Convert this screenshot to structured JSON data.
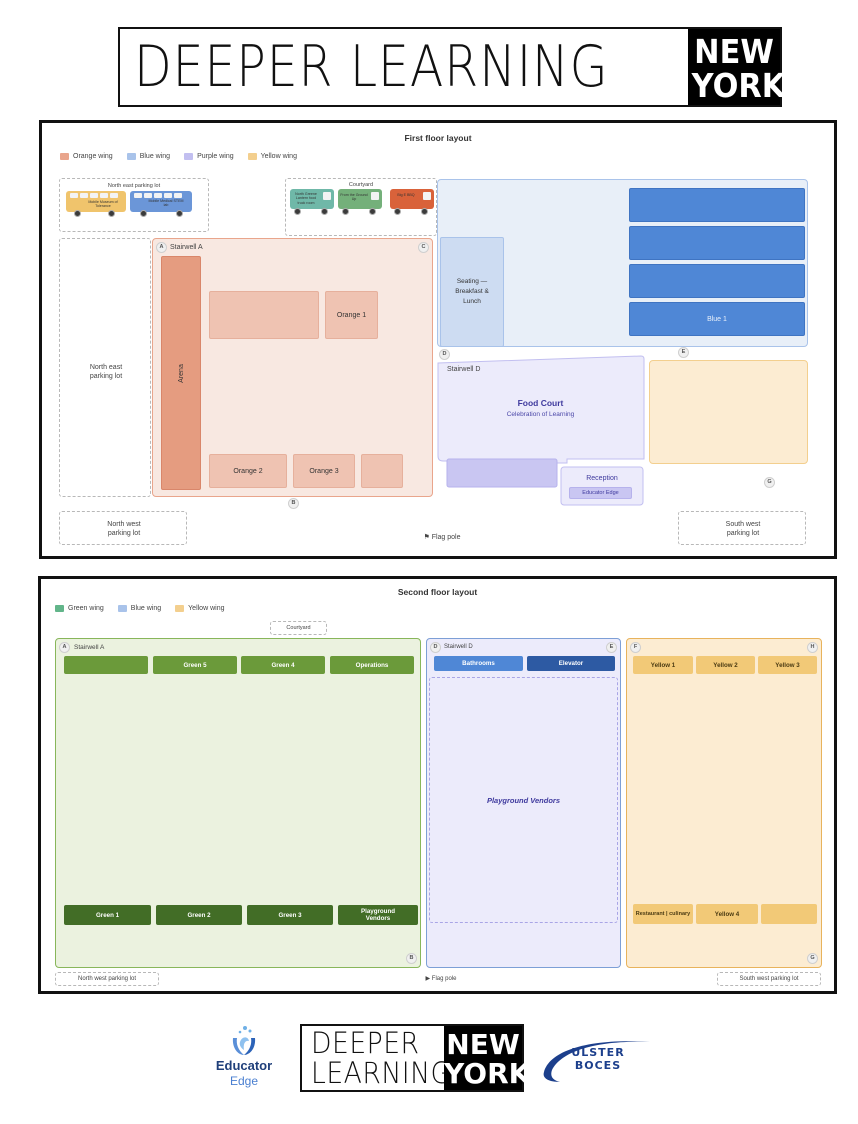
{
  "header": {
    "deeper_learning": "DEEPER LEARNING",
    "new": "NEW",
    "york": "YORK"
  },
  "first_floor": {
    "title": "First floor layout",
    "legend": [
      {
        "label": "Orange wing",
        "color": "#e9a58c"
      },
      {
        "label": "Blue wing",
        "color": "#a9c3ea"
      },
      {
        "label": "Purple wing",
        "color": "#c2bff0"
      },
      {
        "label": "Yellow wing",
        "color": "#f3cf8e"
      }
    ],
    "north_east_lot_top": "North east parking lot",
    "buses_left": [
      {
        "text": "Mobile Museum of Tolerance",
        "color": "#f0c46c"
      },
      {
        "text": "Mobile Medical STEM lab",
        "color": "#6b96d8"
      }
    ],
    "courtyard_label": "Courtyard",
    "buses_courtyard": [
      {
        "text": "North Greene Lantern food truck room",
        "color": "#6fb8a8"
      },
      {
        "text": "From the Ground Up",
        "color": "#74b07a"
      },
      {
        "text": "Big E BBQ",
        "color": "#d9623a"
      }
    ],
    "north_east_lot_side": "North east parking lot",
    "stairwell_a": "Stairwell A",
    "arena": "Arena",
    "orange_1": "Orange 1",
    "orange_2": "Orange 2",
    "orange_3": "Orange 3",
    "seating": "Seating — Breakfast & Lunch",
    "blue_1": "Blue 1",
    "stairwell_d": "Stairwell D",
    "food_court": "Food Court",
    "celebration": "Celebration of Learning",
    "reception": "Reception",
    "educator_edge": "Educator Edge",
    "north_west_lot": "North west parking lot",
    "flag_pole": "⚑ Flag pole",
    "south_west_lot": "South west parking lot",
    "pins": {
      "a": "A",
      "b": "B",
      "c": "C",
      "d": "D",
      "e": "E",
      "g": "G"
    }
  },
  "second_floor": {
    "title": "Second floor layout",
    "legend": [
      {
        "label": "Green wing",
        "color": "#62b58a"
      },
      {
        "label": "Blue wing",
        "color": "#a9c3ea"
      },
      {
        "label": "Yellow wing",
        "color": "#f3cf8e"
      }
    ],
    "courtyard": "Courtyard",
    "stairwell_a": "Stairwell A",
    "green_top": [
      "",
      "Green 5",
      "Green 4",
      "Operations"
    ],
    "green_bottom": [
      "Green 1",
      "Green 2",
      "Green 3",
      "Playground Vendors"
    ],
    "stairwell_d": "Stairwell D",
    "bathrooms": "Bathrooms",
    "elevator": "Elevator",
    "playground_vendors": "Playground Vendors",
    "yellow_top": [
      "Yellow 1",
      "Yellow 2",
      "Yellow 3"
    ],
    "yellow_bottom": [
      "Restaurant | culinary",
      "Yellow 4",
      ""
    ],
    "north_west_lot": "North west parking lot",
    "flag_pole": "▶ Flag pole",
    "south_west_lot": "South west parking lot",
    "pins": {
      "a": "A",
      "b": "B",
      "d": "D",
      "e": "E",
      "f": "F",
      "g": "G",
      "h": "H"
    }
  },
  "footer": {
    "educator": "Educator",
    "edge": "Edge",
    "deeper": "DEEPER",
    "learning": "LEARNING",
    "new": "NEW",
    "york": "YORK",
    "ulster": "ULSTER",
    "boces": "BOCES"
  }
}
